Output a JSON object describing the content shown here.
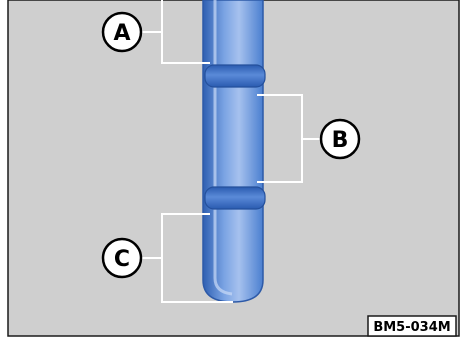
{
  "callouts": {
    "a": {
      "label": "A"
    },
    "b": {
      "label": "B"
    },
    "c": {
      "label": "C"
    }
  },
  "figure_reference": "BM5-034M",
  "colors": {
    "background": "#cfcfcf",
    "frame": "#1a1a1a",
    "tube_dark": "#3a6fc4",
    "tube_mid": "#6f9adf",
    "tube_light": "#a9c3ef",
    "ring": "#2f64bb",
    "leader_line": "#ffffff",
    "callout_fill": "#ffffff",
    "callout_stroke": "#000000"
  }
}
